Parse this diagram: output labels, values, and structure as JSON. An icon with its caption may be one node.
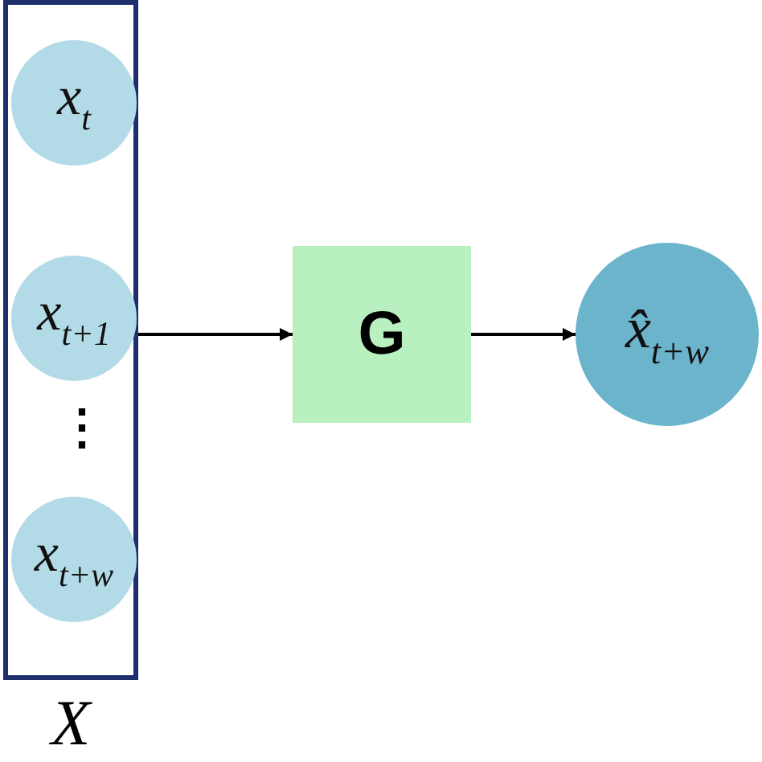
{
  "diagram": {
    "nodes": [
      {
        "text": [
          "X"
        ]
      },
      {
        "text": [
          "x$_{t}$"
        ],
        "in": 0
      },
      {
        "text": [
          "x$_{t+1}$"
        ],
        "in": 0
      },
      {
        "text": [
          "x$_{t+w}$"
        ],
        "in": 0
      },
      {
        "text": [
          "G"
        ]
      },
      {
        "text": [
          "x̂$_{t+w}$"
        ]
      }
    ],
    "edges": [
      {
        "from": 0,
        "to": 4,
        "arrow": "to"
      },
      {
        "from": 4,
        "to": 5,
        "arrow": "to"
      }
    ],
    "labels": [
      "⋮"
    ]
  }
}
